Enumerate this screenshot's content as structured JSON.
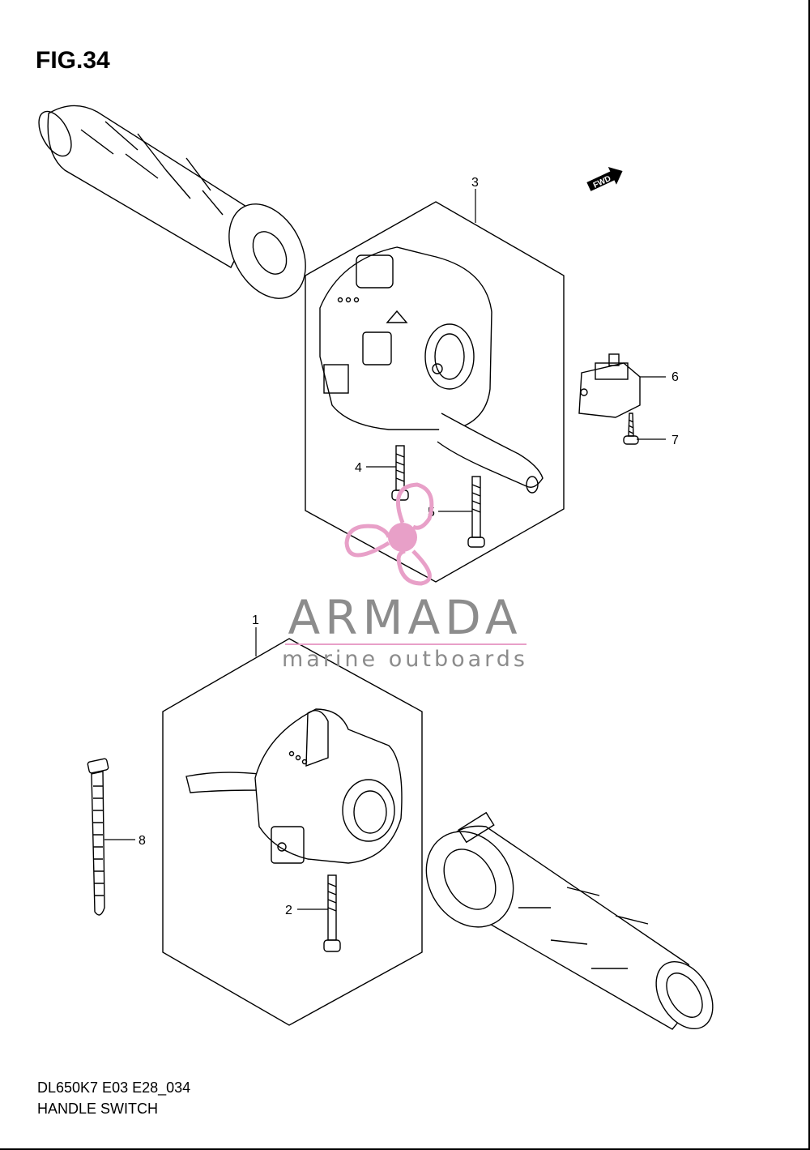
{
  "figure": {
    "title": "FIG.34",
    "code": "DL650K7 E03 E28_034",
    "name": "HANDLE SWITCH"
  },
  "direction_badge": "FWD",
  "callouts": [
    "1",
    "2",
    "3",
    "4",
    "5",
    "6",
    "7",
    "8"
  ],
  "watermark": {
    "brand": "ARMADA",
    "tagline": "marine outboards",
    "color": "#e8a0c8"
  }
}
